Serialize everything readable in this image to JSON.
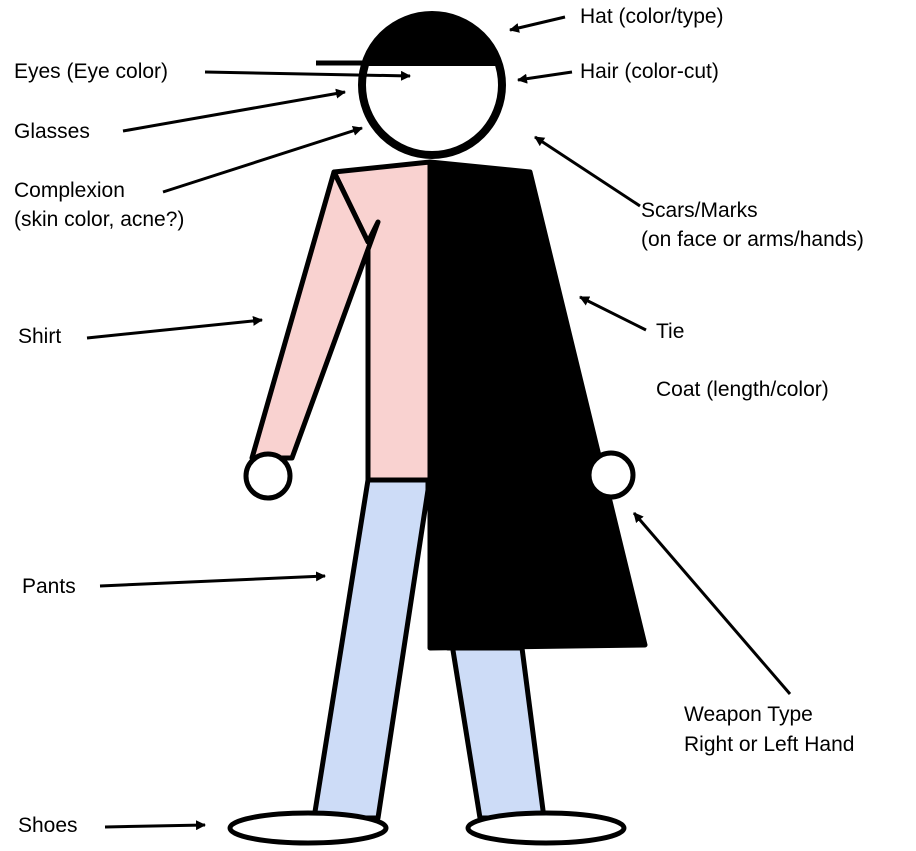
{
  "diagram": {
    "colors": {
      "outline": "#000000",
      "background": "#ffffff",
      "shirt": "#f9d2d0",
      "pants": "#cddcf7",
      "coat": "#000000",
      "hat": "#000000"
    },
    "labels": {
      "hat": "Hat (color/type)",
      "eyes": "Eyes (Eye color)",
      "hair": "Hair (color-cut)",
      "glasses": "Glasses",
      "complexion_line1": "Complexion",
      "complexion_line2": "(skin color, acne?)",
      "scars_line1": "Scars/Marks",
      "scars_line2": "(on face or arms/hands)",
      "shirt": "Shirt",
      "tie": "Tie",
      "coat": "Coat (length/color)",
      "pants": "Pants",
      "weapon_line1": "Weapon Type",
      "weapon_line2": "Right or Left Hand",
      "shoes": "Shoes"
    }
  }
}
